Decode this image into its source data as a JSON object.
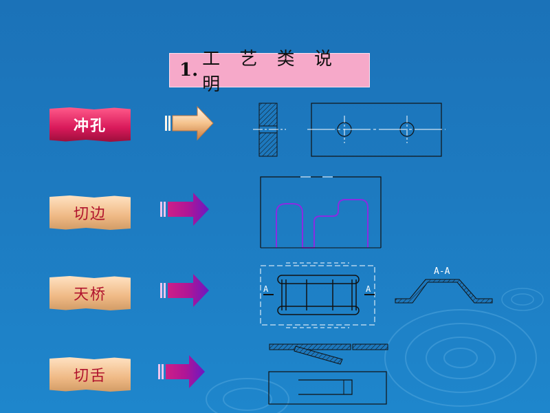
{
  "title": {
    "number": "1.",
    "text": "工 艺 类 说 明"
  },
  "processes": [
    {
      "label": "冲孔"
    },
    {
      "label": "切边"
    },
    {
      "label": "天桥"
    },
    {
      "label": "切舌"
    }
  ],
  "annotations": {
    "section_left": "A",
    "section_right": "A",
    "section_view": "A-A"
  },
  "colors": {
    "background": "#1d7ac0",
    "title_box": "#f6a9c9",
    "label_hot": "#d8195a",
    "label_warm": "#efb985",
    "label_text": "#b0122c",
    "arrow_peach": "#f5c38d",
    "arrow_purple": "#a21ab0",
    "line_white": "#ffffff",
    "line_black": "#000000",
    "cut_edge": "#8a2be2"
  }
}
